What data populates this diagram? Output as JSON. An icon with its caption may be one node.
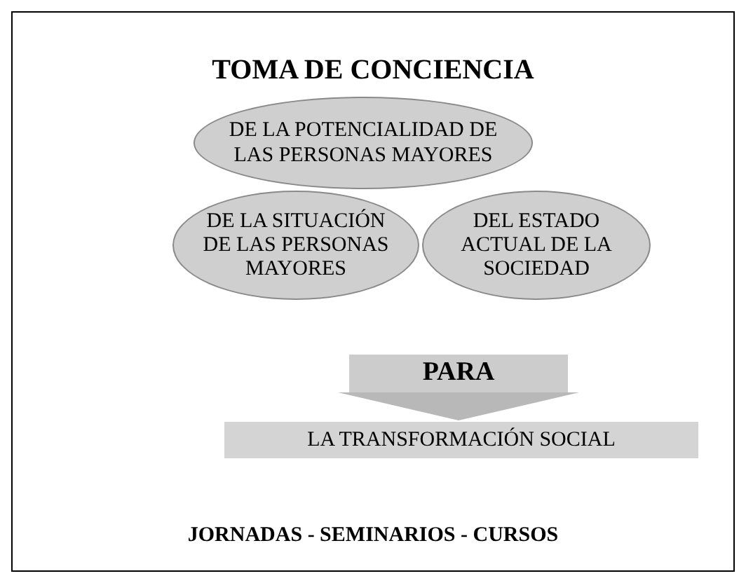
{
  "diagram": {
    "nodes": [
      {
        "text": [
          "TOMA DE CONCIENCIA",
          "JORNADAS - SEMINARIOS - CURSOS"
        ]
      },
      {
        "text": [
          "DE LA POTENCIALIDAD DE LAS PERSONAS MAYORES"
        ],
        "in": 0
      },
      {
        "text": [
          "DE LA SITUACIÓN DE LAS PERSONAS MAYORES"
        ],
        "in": 0
      },
      {
        "text": [
          "DEL ESTADO ACTUAL DE LA SOCIEDAD"
        ],
        "in": 0
      },
      {
        "text": [
          "PARA"
        ],
        "in": 0
      },
      {
        "text": [
          "LA TRANSFORMACIÓN SOCIAL"
        ],
        "in": 0
      }
    ],
    "edges": [
      {
        "from": 4,
        "to": 5,
        "arrow": "to"
      }
    ]
  }
}
